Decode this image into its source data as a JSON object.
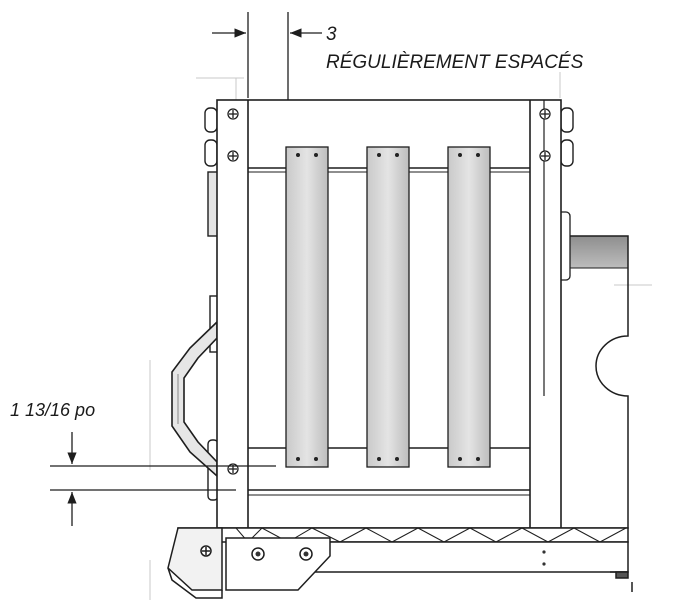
{
  "annotations": {
    "spacing_count": "3",
    "spacing_text": "RÉGULIÈREMENT ESPACÉS",
    "height_dimension": "1 13/16 po"
  },
  "colors": {
    "line": "#1e1e1e",
    "slat_fill": "#d4d4d4",
    "panel_fill": "#ffffff",
    "shadow_fill": "#9a9a9a",
    "hardware_fill": "#555555"
  }
}
